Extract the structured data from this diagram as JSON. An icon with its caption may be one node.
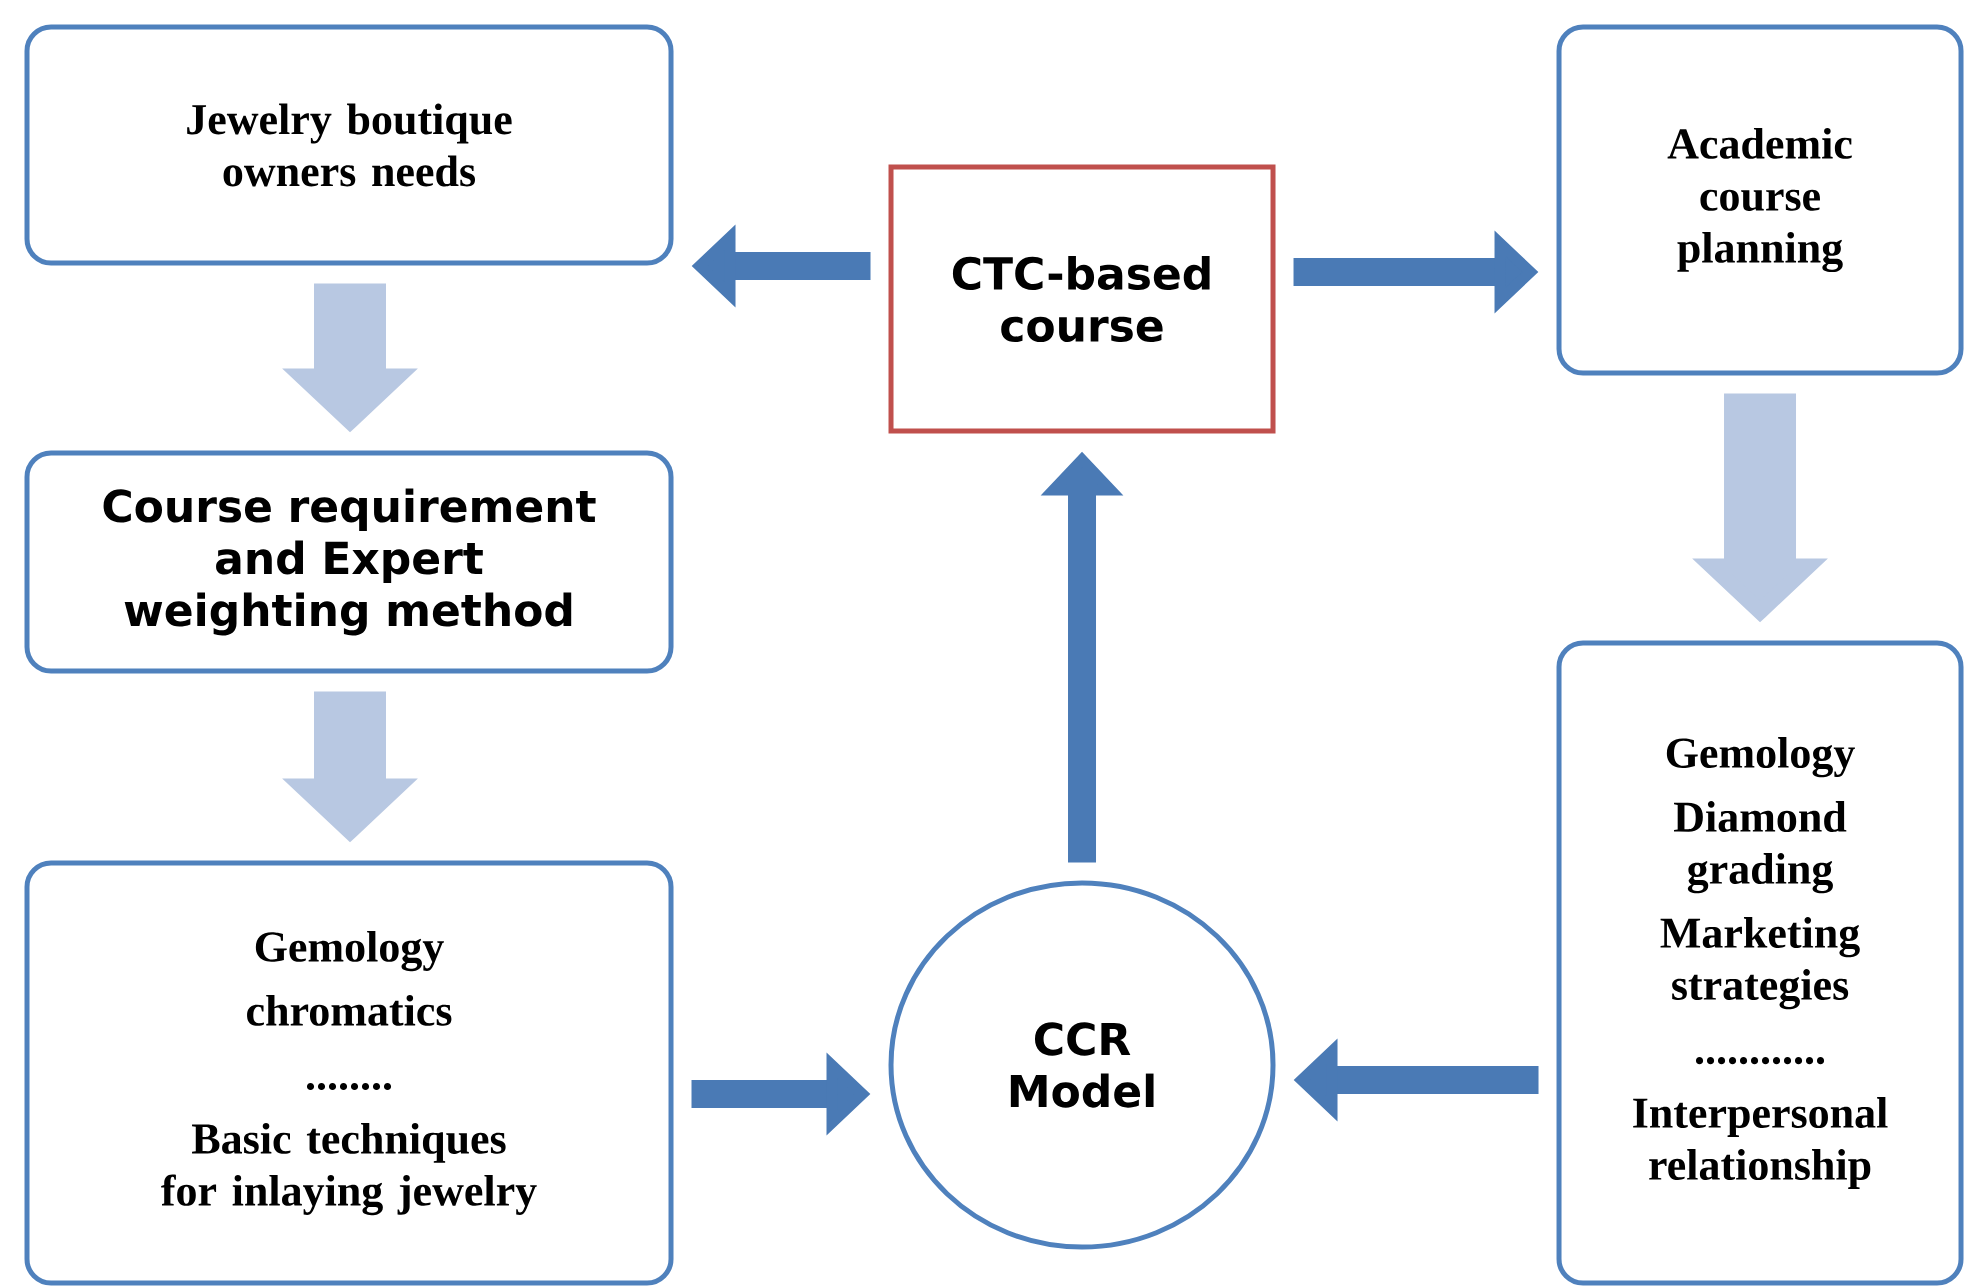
{
  "diagram": {
    "nodes": [
      {
        "text": [
          "Jewelry boutique owners needs"
        ]
      },
      {
        "text": [
          "CTC-based course"
        ]
      },
      {
        "text": [
          "Academic course planning"
        ]
      },
      {
        "text": [
          "Course requirement and Expert weighting method"
        ]
      },
      {
        "text": [
          "Gemology",
          "chromatics",
          "........",
          "Basic techniques for inlaying jewelry"
        ]
      },
      {
        "text": [
          "CCR Model"
        ]
      },
      {
        "text": [
          "Gemology",
          "Diamond grading",
          "Marketing strategies",
          "............",
          "Interpersonal relationship"
        ]
      }
    ],
    "edges": [
      {
        "from": 1,
        "to": 0,
        "arrow": "to"
      },
      {
        "from": 1,
        "to": 2,
        "arrow": "to"
      },
      {
        "from": 0,
        "to": 3,
        "arrow": "to",
        "style": "thick",
        "color": "#b8c8e2"
      },
      {
        "from": 3,
        "to": 4,
        "arrow": "to",
        "style": "thick",
        "color": "#b8c8e2"
      },
      {
        "from": 2,
        "to": 6,
        "arrow": "to",
        "style": "thick",
        "color": "#b8c8e2"
      },
      {
        "from": 4,
        "to": 5,
        "arrow": "to"
      },
      {
        "from": 6,
        "to": 5,
        "arrow": "to"
      },
      {
        "from": 5,
        "to": 1,
        "arrow": "to"
      }
    ]
  }
}
